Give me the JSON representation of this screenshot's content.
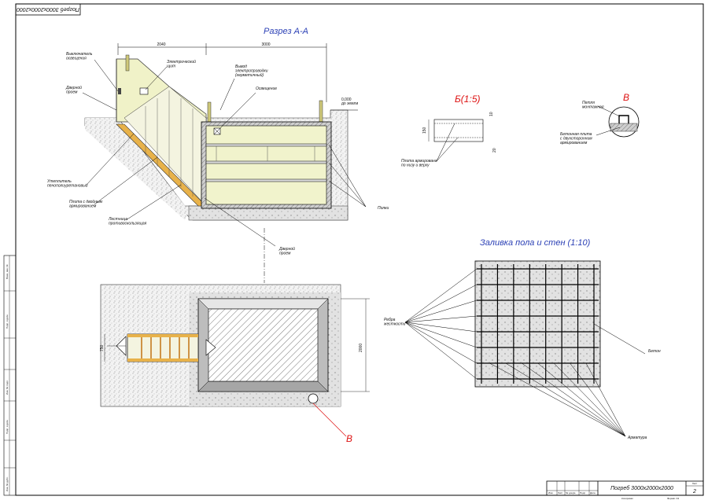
{
  "drawing": {
    "stamp_text": "Погреб 3000х2000х2000",
    "title_block_name": "Погреб 3000х2000х2000",
    "sheet_label": "Лист",
    "sheet_number": "2",
    "copied_label": "Копировал",
    "format_label": "Формат А3",
    "side_cells": [
      "Взам. инв. №",
      "Подп. и дата",
      "Инв. № подл.",
      "Подп. и дата",
      "Инв. № дубл."
    ],
    "tb_cells": [
      "Изм.",
      "Лист",
      "№ докум.",
      "Подп.",
      "Дата"
    ]
  },
  "section_aa": {
    "title": "Разрез А-А",
    "dim_left": "2040",
    "dim_right": "3000",
    "level_value": "0,000",
    "level_note": "до земли",
    "labels": {
      "switch": "Выключатель\nосвещения",
      "door_top": "Дверной\nпроем",
      "el_panel": "Электрический\nщит",
      "wire_out": "Вывод\nэлектропроводки\n(герметичный)",
      "lighting": "Освещение",
      "insulation": "Утеплитель\nпенополиуретановый",
      "slab": "Плита с двойным\nармированием",
      "stairs": "Лестница\nпротивоскользящая",
      "shelves": "Полки",
      "door_bottom": "Дверной\nпроем"
    }
  },
  "detail_b": {
    "title": "Б(1:5)",
    "dim_h": "150",
    "dim_top": "10",
    "dim_bot": "20",
    "label": "Плита армирована\nпо низу и верху"
  },
  "detail_v": {
    "title": "В",
    "label_top": "Петля\nмонтажная",
    "label_bottom": "Бетонная плита\nс двухсторонним\nармированием"
  },
  "plan": {
    "dim_left": "750",
    "dim_right": "2000",
    "callout": "В"
  },
  "pour": {
    "title": "Заливка пола и стен (1:10)",
    "ribs": "Ребра\nжесткости",
    "concrete": "Бетон",
    "rebar": "Арматура",
    "cols": 7,
    "rows": 7
  }
}
